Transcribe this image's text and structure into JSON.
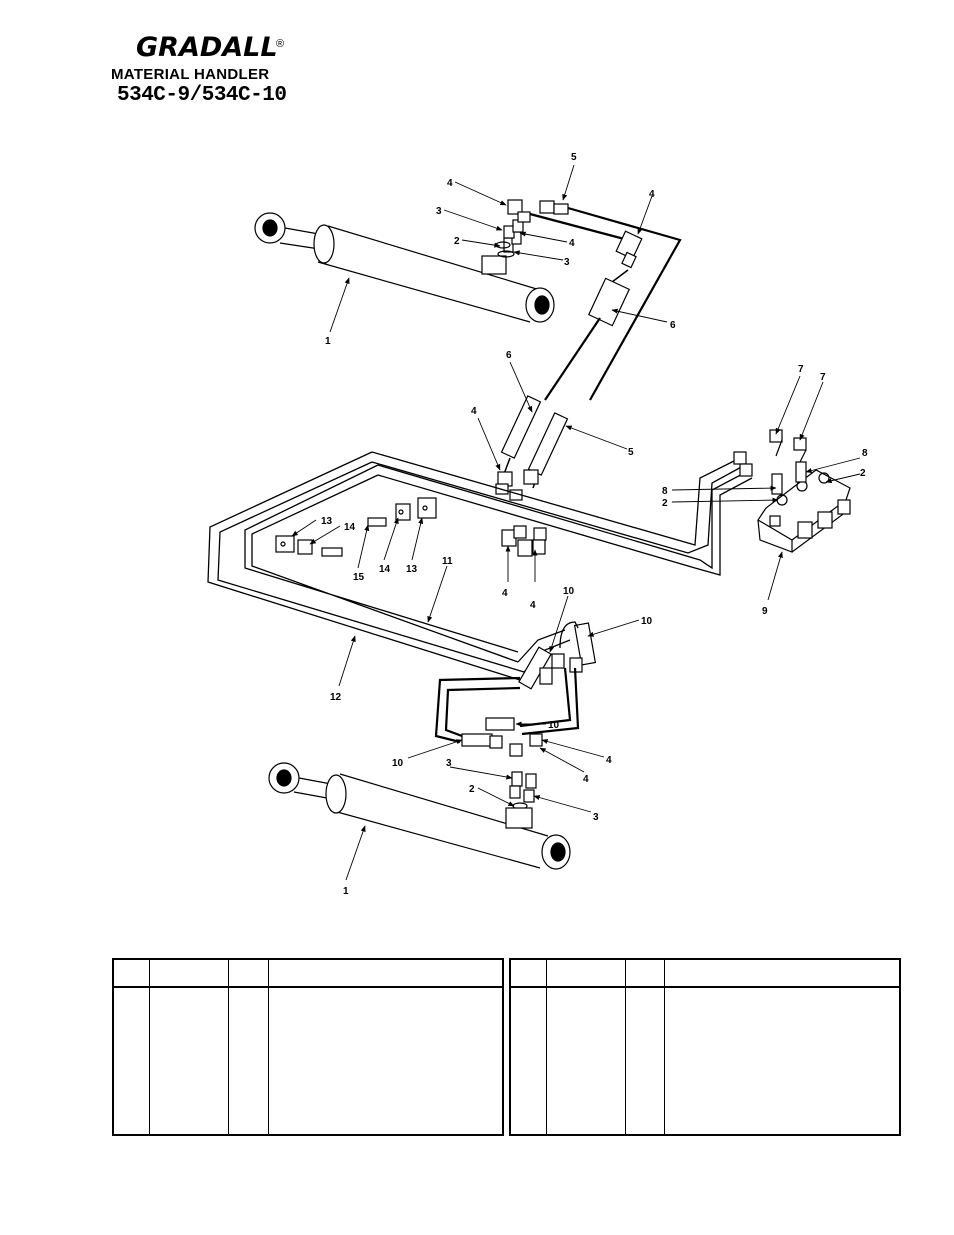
{
  "header": {
    "brand": "GRADALL",
    "registered_mark": "®",
    "line1": "MATERIAL HANDLER",
    "line2": "534C-9/534C-10"
  },
  "callouts": {
    "c5a": "5",
    "c4a": "4",
    "c4b": "4",
    "c3a": "3",
    "c2a": "2",
    "c4c": "4",
    "c3b": "3",
    "c6a": "6",
    "c1a": "1",
    "c6b": "6",
    "c4d": "4",
    "c5b": "5",
    "c7a": "7",
    "c7b": "7",
    "c8a": "8",
    "c2b": "2",
    "c8b": "8",
    "c2c": "2",
    "c9": "9",
    "c13a": "13",
    "c14a": "14",
    "c15": "15",
    "c14b": "14",
    "c13b": "13",
    "c11": "11",
    "c4e": "4",
    "c4f": "4",
    "c10a": "10",
    "c10b": "10",
    "c12": "12",
    "c10c": "10",
    "c10d": "10",
    "c4g": "4",
    "c3c": "3",
    "c4h": "4",
    "c2d": "2",
    "c3d": "3",
    "c1b": "1"
  }
}
